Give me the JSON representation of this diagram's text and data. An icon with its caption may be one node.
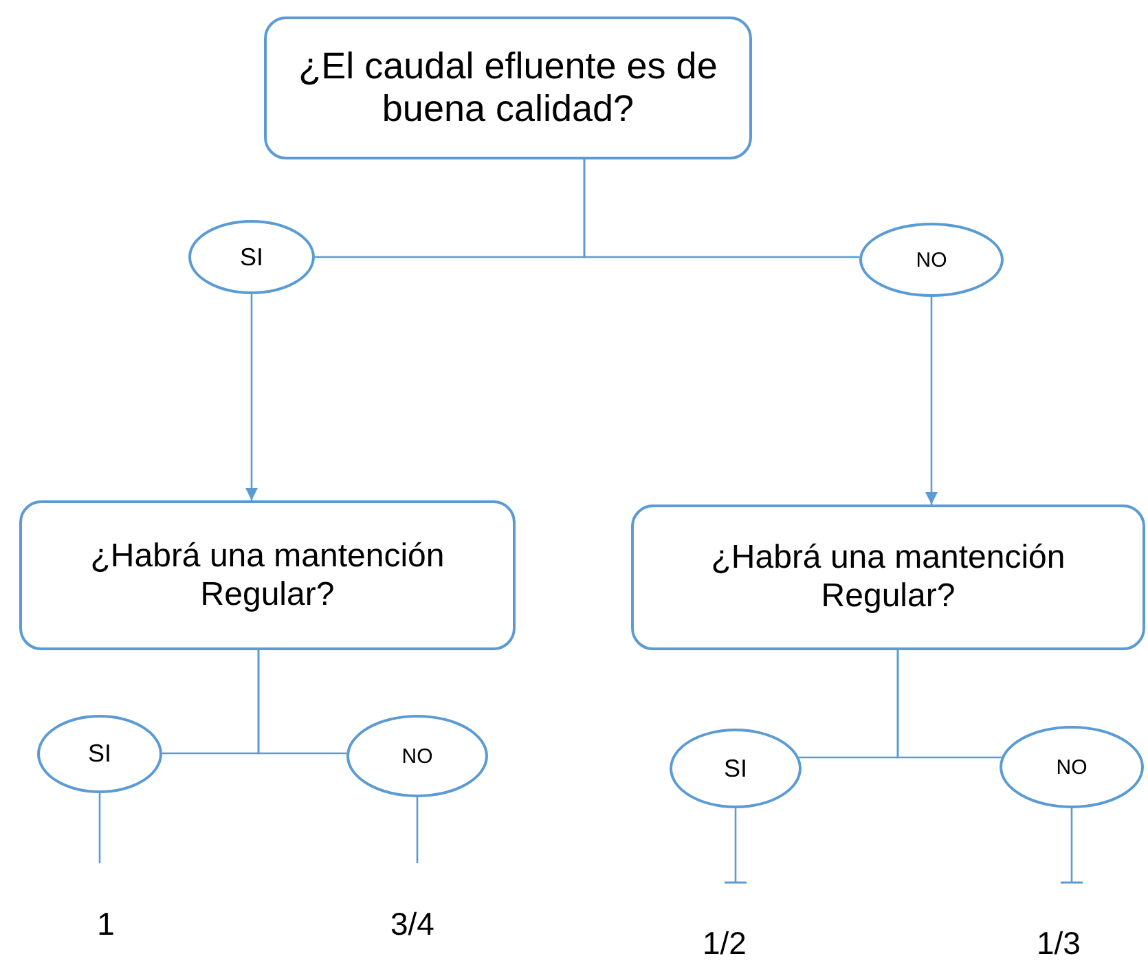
{
  "diagram": {
    "nodes": [
      {
        "text": [
          "¿El caudal efluente es de buena calidad?"
        ]
      },
      {
        "text": [
          "SI"
        ]
      },
      {
        "text": [
          "NO"
        ]
      },
      {
        "text": [
          "¿Habrá una mantención Regular?"
        ]
      },
      {
        "text": [
          "¿Habrá una mantención Regular?"
        ]
      },
      {
        "text": [
          "SI"
        ]
      },
      {
        "text": [
          "NO"
        ]
      },
      {
        "text": [
          "SI"
        ]
      },
      {
        "text": [
          "NO"
        ]
      },
      {
        "text": [
          "1"
        ]
      },
      {
        "text": [
          "3/4"
        ]
      },
      {
        "text": [
          "1/2"
        ]
      },
      {
        "text": [
          "1/3"
        ]
      }
    ],
    "edges": [
      {
        "from": 0,
        "to": 1,
        "arrow": "none"
      },
      {
        "from": 0,
        "to": 2,
        "arrow": "none"
      },
      {
        "from": 1,
        "to": 3,
        "arrow": "to"
      },
      {
        "from": 2,
        "to": 4,
        "arrow": "to"
      },
      {
        "from": 3,
        "to": 5,
        "arrow": "none"
      },
      {
        "from": 3,
        "to": 6,
        "arrow": "none"
      },
      {
        "from": 4,
        "to": 7,
        "arrow": "none"
      },
      {
        "from": 4,
        "to": 8,
        "arrow": "none"
      },
      {
        "from": 5,
        "to": 9,
        "arrow": "none"
      },
      {
        "from": 6,
        "to": 10,
        "arrow": "none"
      },
      {
        "from": 7,
        "to": 11,
        "arrow": "other"
      },
      {
        "from": 8,
        "to": 12,
        "arrow": "other"
      }
    ]
  }
}
